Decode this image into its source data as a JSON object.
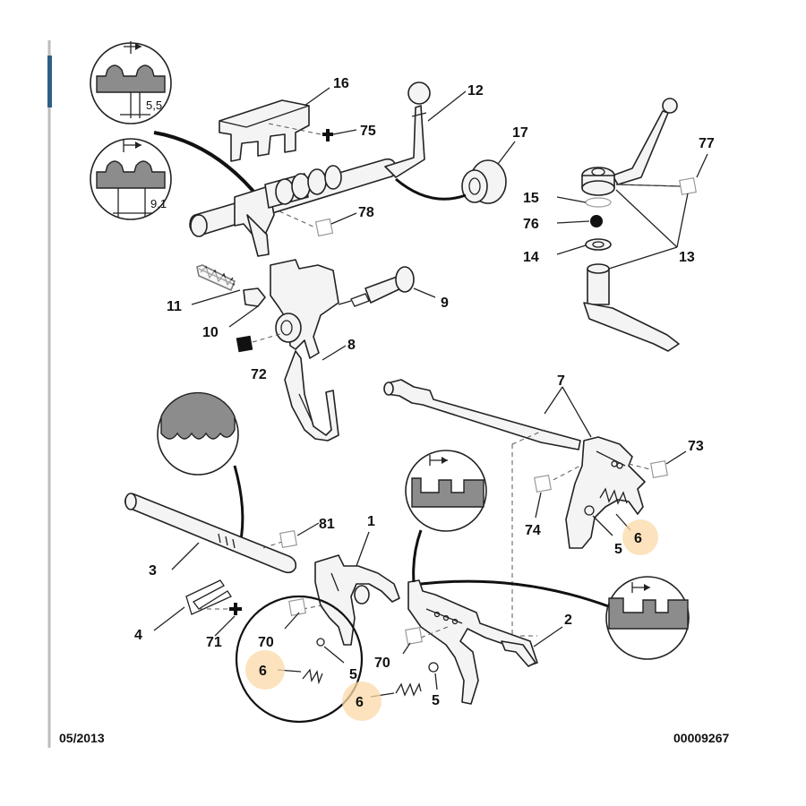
{
  "diagram": {
    "footer_left": "05/2013",
    "footer_right": "00009267",
    "dimension_top": "5,5",
    "dimension_mid": "9,1",
    "labels": {
      "p16": "16",
      "p12": "12",
      "p75": "75",
      "p17": "17",
      "p78": "78",
      "p77": "77",
      "p15": "15",
      "p76": "76",
      "p14": "14",
      "p13": "13",
      "p11": "11",
      "p9": "9",
      "p10": "10",
      "p72": "72",
      "p8": "8",
      "p7": "7",
      "p73": "73",
      "p74": "74",
      "p5a": "5",
      "p6a": "6",
      "p81": "81",
      "p1": "1",
      "p3": "3",
      "p2": "2",
      "p4": "4",
      "p71": "71",
      "p70a": "70",
      "p70b": "70",
      "p6b": "6",
      "p5b": "5",
      "p6c": "6",
      "p5c": "5"
    },
    "colors": {
      "highlight": "#fbd9a8",
      "accent_bar": "#2e5f86",
      "zoom_fill": "#8c8c8c"
    }
  }
}
